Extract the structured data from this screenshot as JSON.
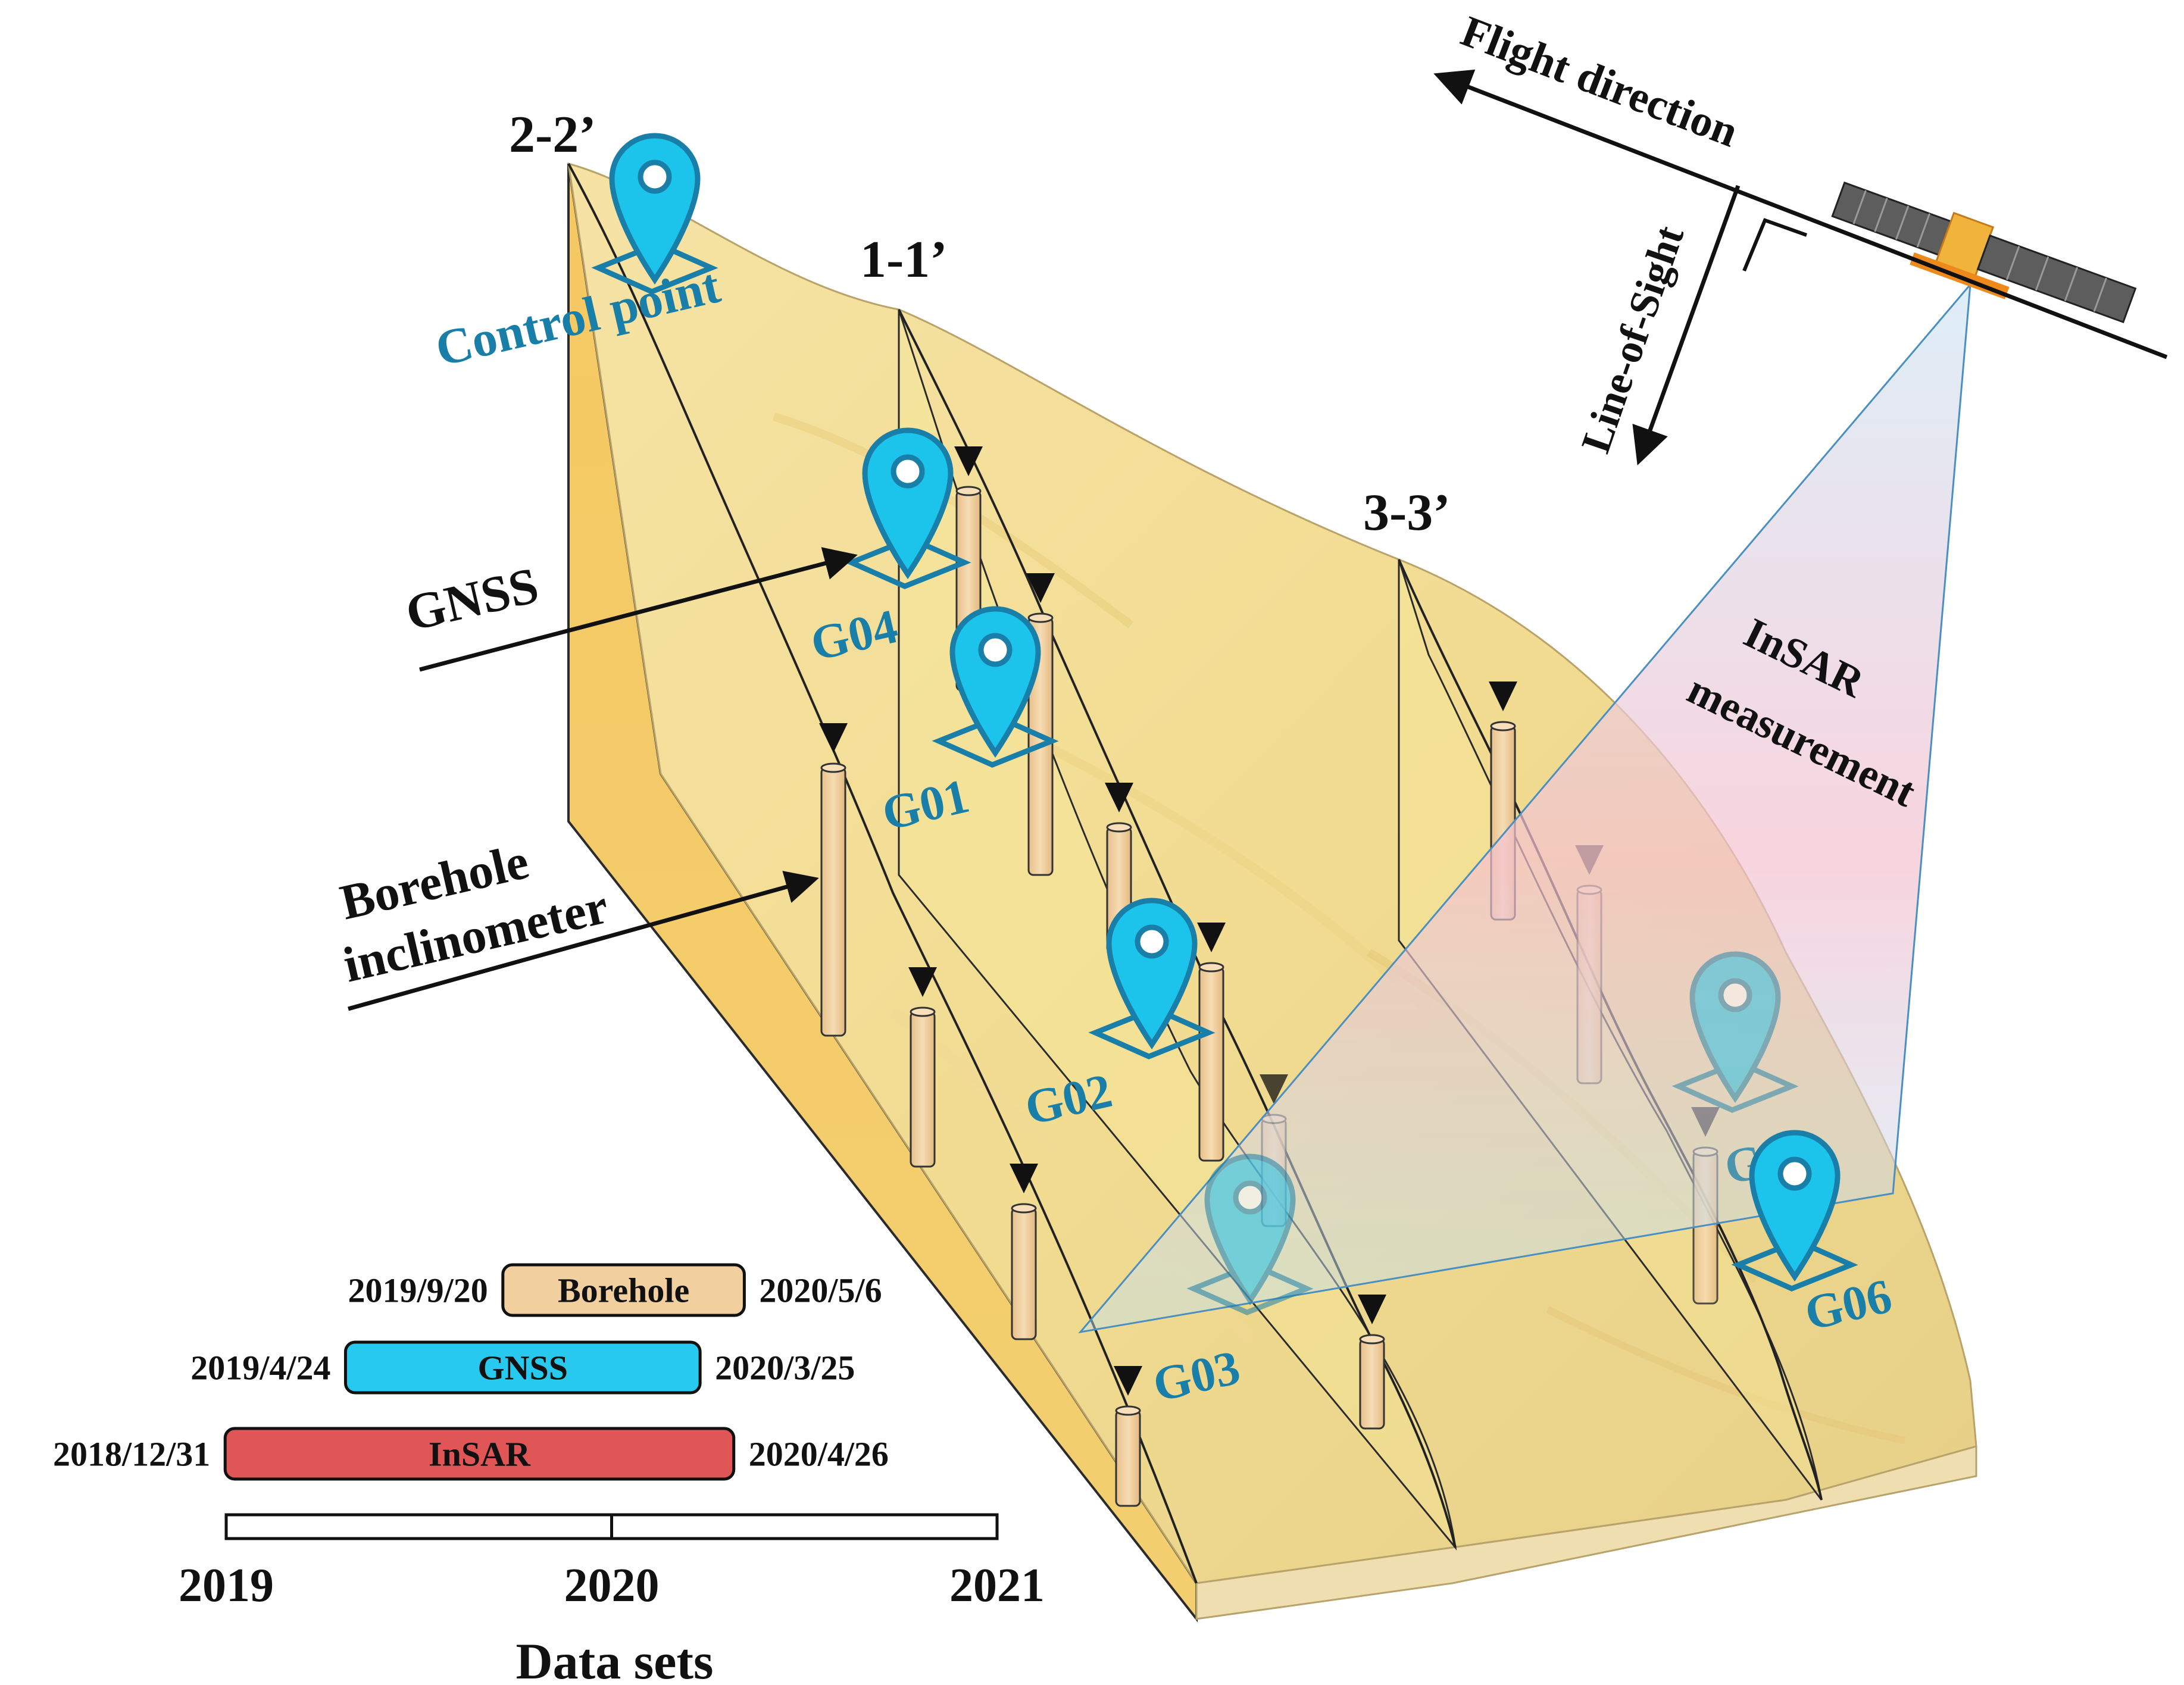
{
  "sections": {
    "s22": "2-2’",
    "s11": "1-1’",
    "s33": "3-3’"
  },
  "labels": {
    "control_point": "Control point",
    "gnss": "GNSS",
    "borehole_line1": "Borehole",
    "borehole_line2": "inclinometer",
    "flight_direction": "Flight direction",
    "line_of_sight": "Line-of-Sight",
    "insar_line1": "InSAR",
    "insar_line2": "measurement"
  },
  "stations": [
    {
      "id": "G04"
    },
    {
      "id": "G01"
    },
    {
      "id": "G02"
    },
    {
      "id": "G03"
    },
    {
      "id": "G05"
    },
    {
      "id": "G06"
    }
  ],
  "colors": {
    "marker": "#1cc3ea",
    "marker_stroke": "#1a7fa8",
    "slope": "#f4d67c",
    "borehole": "#f1cf9e",
    "gnss_bar": "#28c9ee",
    "insar_bar": "#e05555",
    "beam_top": "#c9e4f4",
    "beam_bottom": "#f7b9c8"
  },
  "chart_data": {
    "type": "gantt",
    "title": "",
    "xlabel": "Data sets",
    "xlim": [
      2019,
      2021
    ],
    "ticks": [
      "2019",
      "2020",
      "2021"
    ],
    "series": [
      {
        "name": "Borehole",
        "start": "2019/9/20",
        "end": "2020/5/6",
        "color": "#f1cf9e"
      },
      {
        "name": "GNSS",
        "start": "2019/4/24",
        "end": "2020/3/25",
        "color": "#28c9ee"
      },
      {
        "name": "InSAR",
        "start": "2018/12/31",
        "end": "2020/4/26",
        "color": "#e05555"
      }
    ]
  }
}
